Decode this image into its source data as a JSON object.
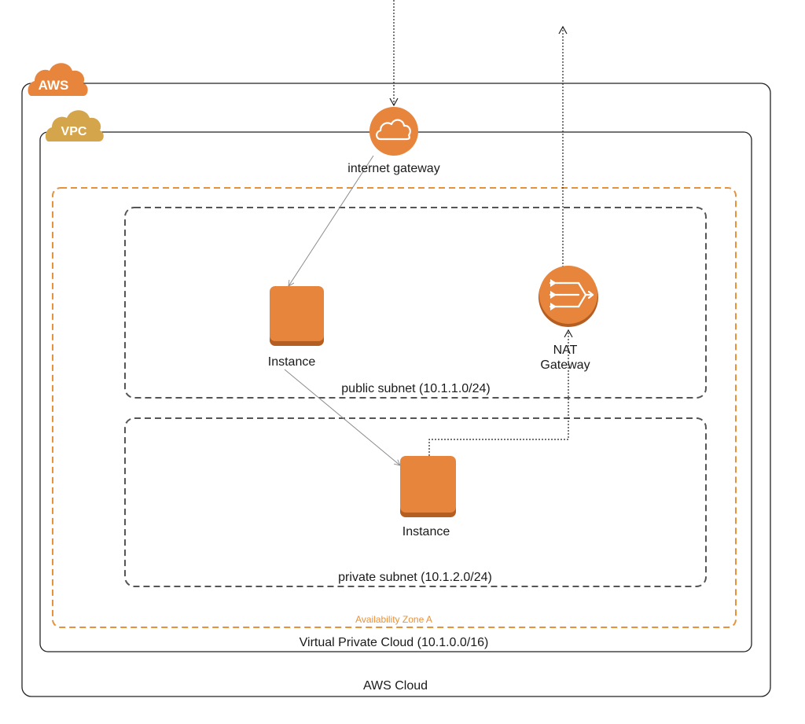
{
  "diagram": {
    "aws_badge": "AWS",
    "vpc_badge": "VPC",
    "nodes": {
      "internet_gateway": "internet gateway",
      "public_instance": "Instance",
      "private_instance": "Instance",
      "nat_gateway_line1": "NAT",
      "nat_gateway_line2": "Gateway"
    },
    "containers": {
      "aws_cloud": "AWS Cloud",
      "vpc": "Virtual Private Cloud (10.1.0.0/16)",
      "availability_zone": "Availability Zone A",
      "public_subnet": "public subnet (10.1.1.0/24)",
      "private_subnet": "private subnet (10.1.2.0/24)"
    },
    "colors": {
      "aws_orange": "#e8853d",
      "vpc_gold": "#d4a54a",
      "az_dash": "#e8913b",
      "subnet_dash": "#555555",
      "border": "#222222"
    },
    "icons": [
      "aws-cloud-badge-icon",
      "vpc-cloud-badge-icon",
      "internet-gateway-icon",
      "ec2-instance-icon",
      "nat-gateway-icon"
    ]
  }
}
